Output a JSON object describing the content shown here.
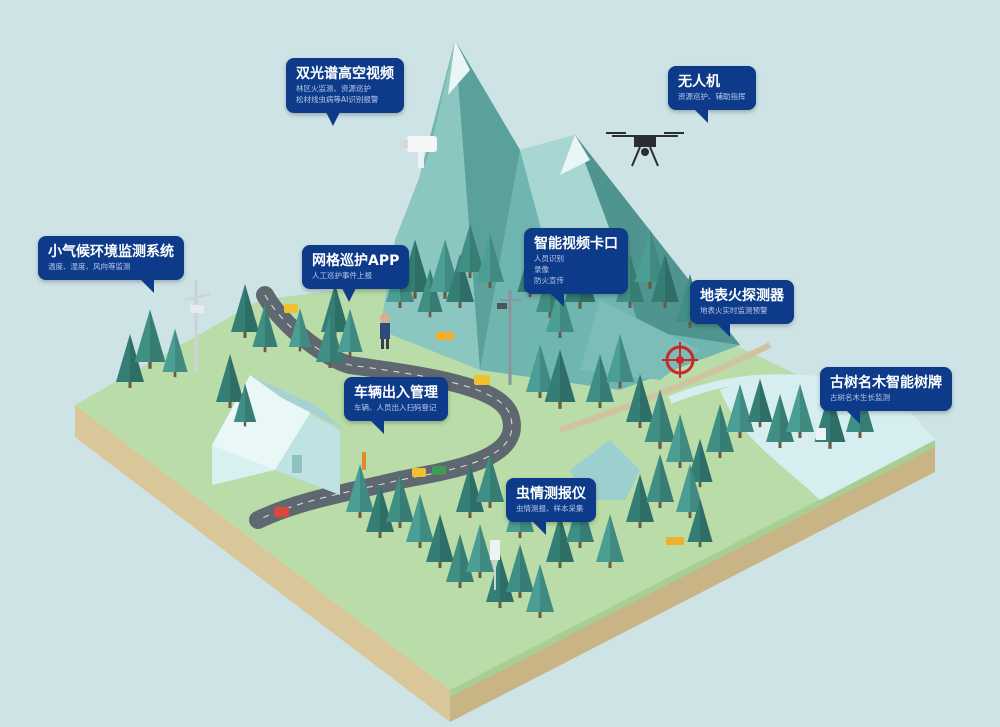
{
  "colors": {
    "background": "#cde3e6",
    "callout_bg": "#0d3b8a",
    "callout_desc": "#b9c9ea",
    "grass": "#b9dca8",
    "soil_side": "#d9c79a",
    "road": "#5f6870",
    "mountain": "#6fb5b0",
    "tree": "#3f8f85",
    "water": "#d7eef0"
  },
  "callouts": [
    {
      "id": "dual-spectrum-camera",
      "title": "双光谱高空视频",
      "lines": [
        "林区火监测、资源巡护",
        "松材线虫病等AI识别报警"
      ]
    },
    {
      "id": "drone",
      "title": "无人机",
      "lines": [
        "资源巡护、辅助指挥"
      ]
    },
    {
      "id": "microclimate",
      "title": "小气候环境监测系统",
      "lines": [
        "温度、湿度、风向等监测"
      ]
    },
    {
      "id": "grid-patrol-app",
      "title": "网格巡护APP",
      "lines": [
        "人工巡护事件上报"
      ]
    },
    {
      "id": "smart-checkpoint",
      "title": "智能视频卡口",
      "lines": [
        "人员识别",
        "录像",
        "防火宣传"
      ]
    },
    {
      "id": "surface-fire-detector",
      "title": "地表火探测器",
      "lines": [
        "地表火实时监测预警"
      ]
    },
    {
      "id": "vehicle-access",
      "title": "车辆出入管理",
      "lines": [
        "车辆、人员出入扫码登记"
      ]
    },
    {
      "id": "ancient-tree-tag",
      "title": "古树名木智能树牌",
      "lines": [
        "古树名木生长监测"
      ]
    },
    {
      "id": "pest-monitor",
      "title": "虫情测报仪",
      "lines": [
        "虫情测报、样本采集"
      ]
    }
  ]
}
